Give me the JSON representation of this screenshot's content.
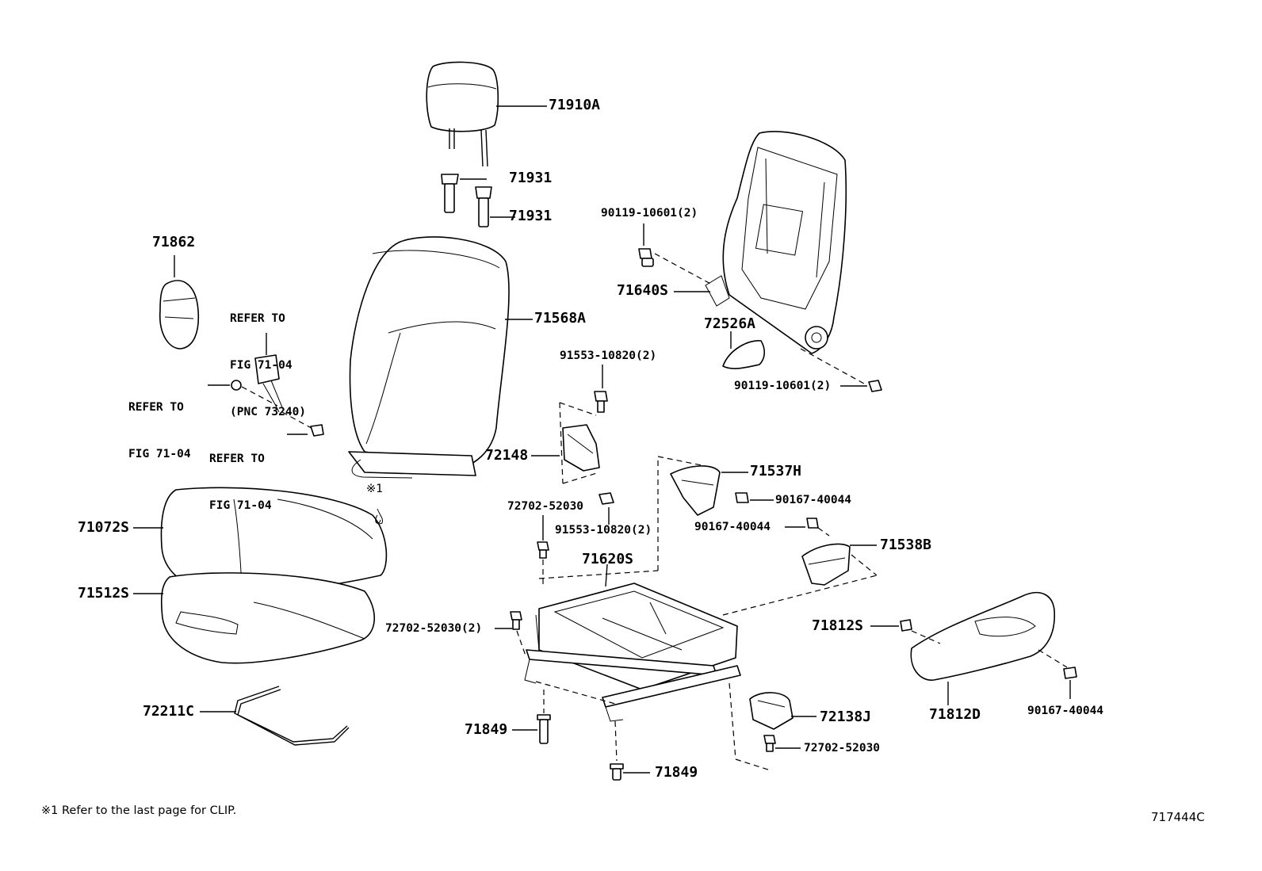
{
  "diagram": {
    "callouts": {
      "p71910A": "71910A",
      "p71931a": "71931",
      "p71931b": "71931",
      "p71862": "71862",
      "p71568A": "71568A",
      "p90119a": "90119-10601(2)",
      "p71640S": "71640S",
      "p72526A": "72526A",
      "p90119b": "90119-10601(2)",
      "p91553a": "91553-10820(2)",
      "p72148": "72148",
      "p91553b": "91553-10820(2)",
      "p71537H": "71537H",
      "p90167a": "90167-40044",
      "p90167b": "90167-40044",
      "p71538B": "71538B",
      "p72702a": "72702-52030",
      "p71620S": "71620S",
      "p71072S": "71072S",
      "p71512S": "71512S",
      "p72702b": "72702-52030(2)",
      "p71812S": "71812S",
      "p71812D": "71812D",
      "p90167c": "90167-40044",
      "p72211C": "72211C",
      "p71849a": "71849",
      "p72138J": "72138J",
      "p72702c": "72702-52030",
      "p71849b": "71849",
      "note1": "※1"
    },
    "refer_belt": [
      "REFER TO",
      "FIG 71-04",
      "(PNC 73240)"
    ],
    "refer_left": [
      "REFER TO",
      "FIG 71-04"
    ],
    "refer_lower": [
      "REFER TO",
      "FIG 71-04"
    ],
    "footnote": "※1 Refer to the last page for CLIP.",
    "figure_code": "717444C"
  }
}
